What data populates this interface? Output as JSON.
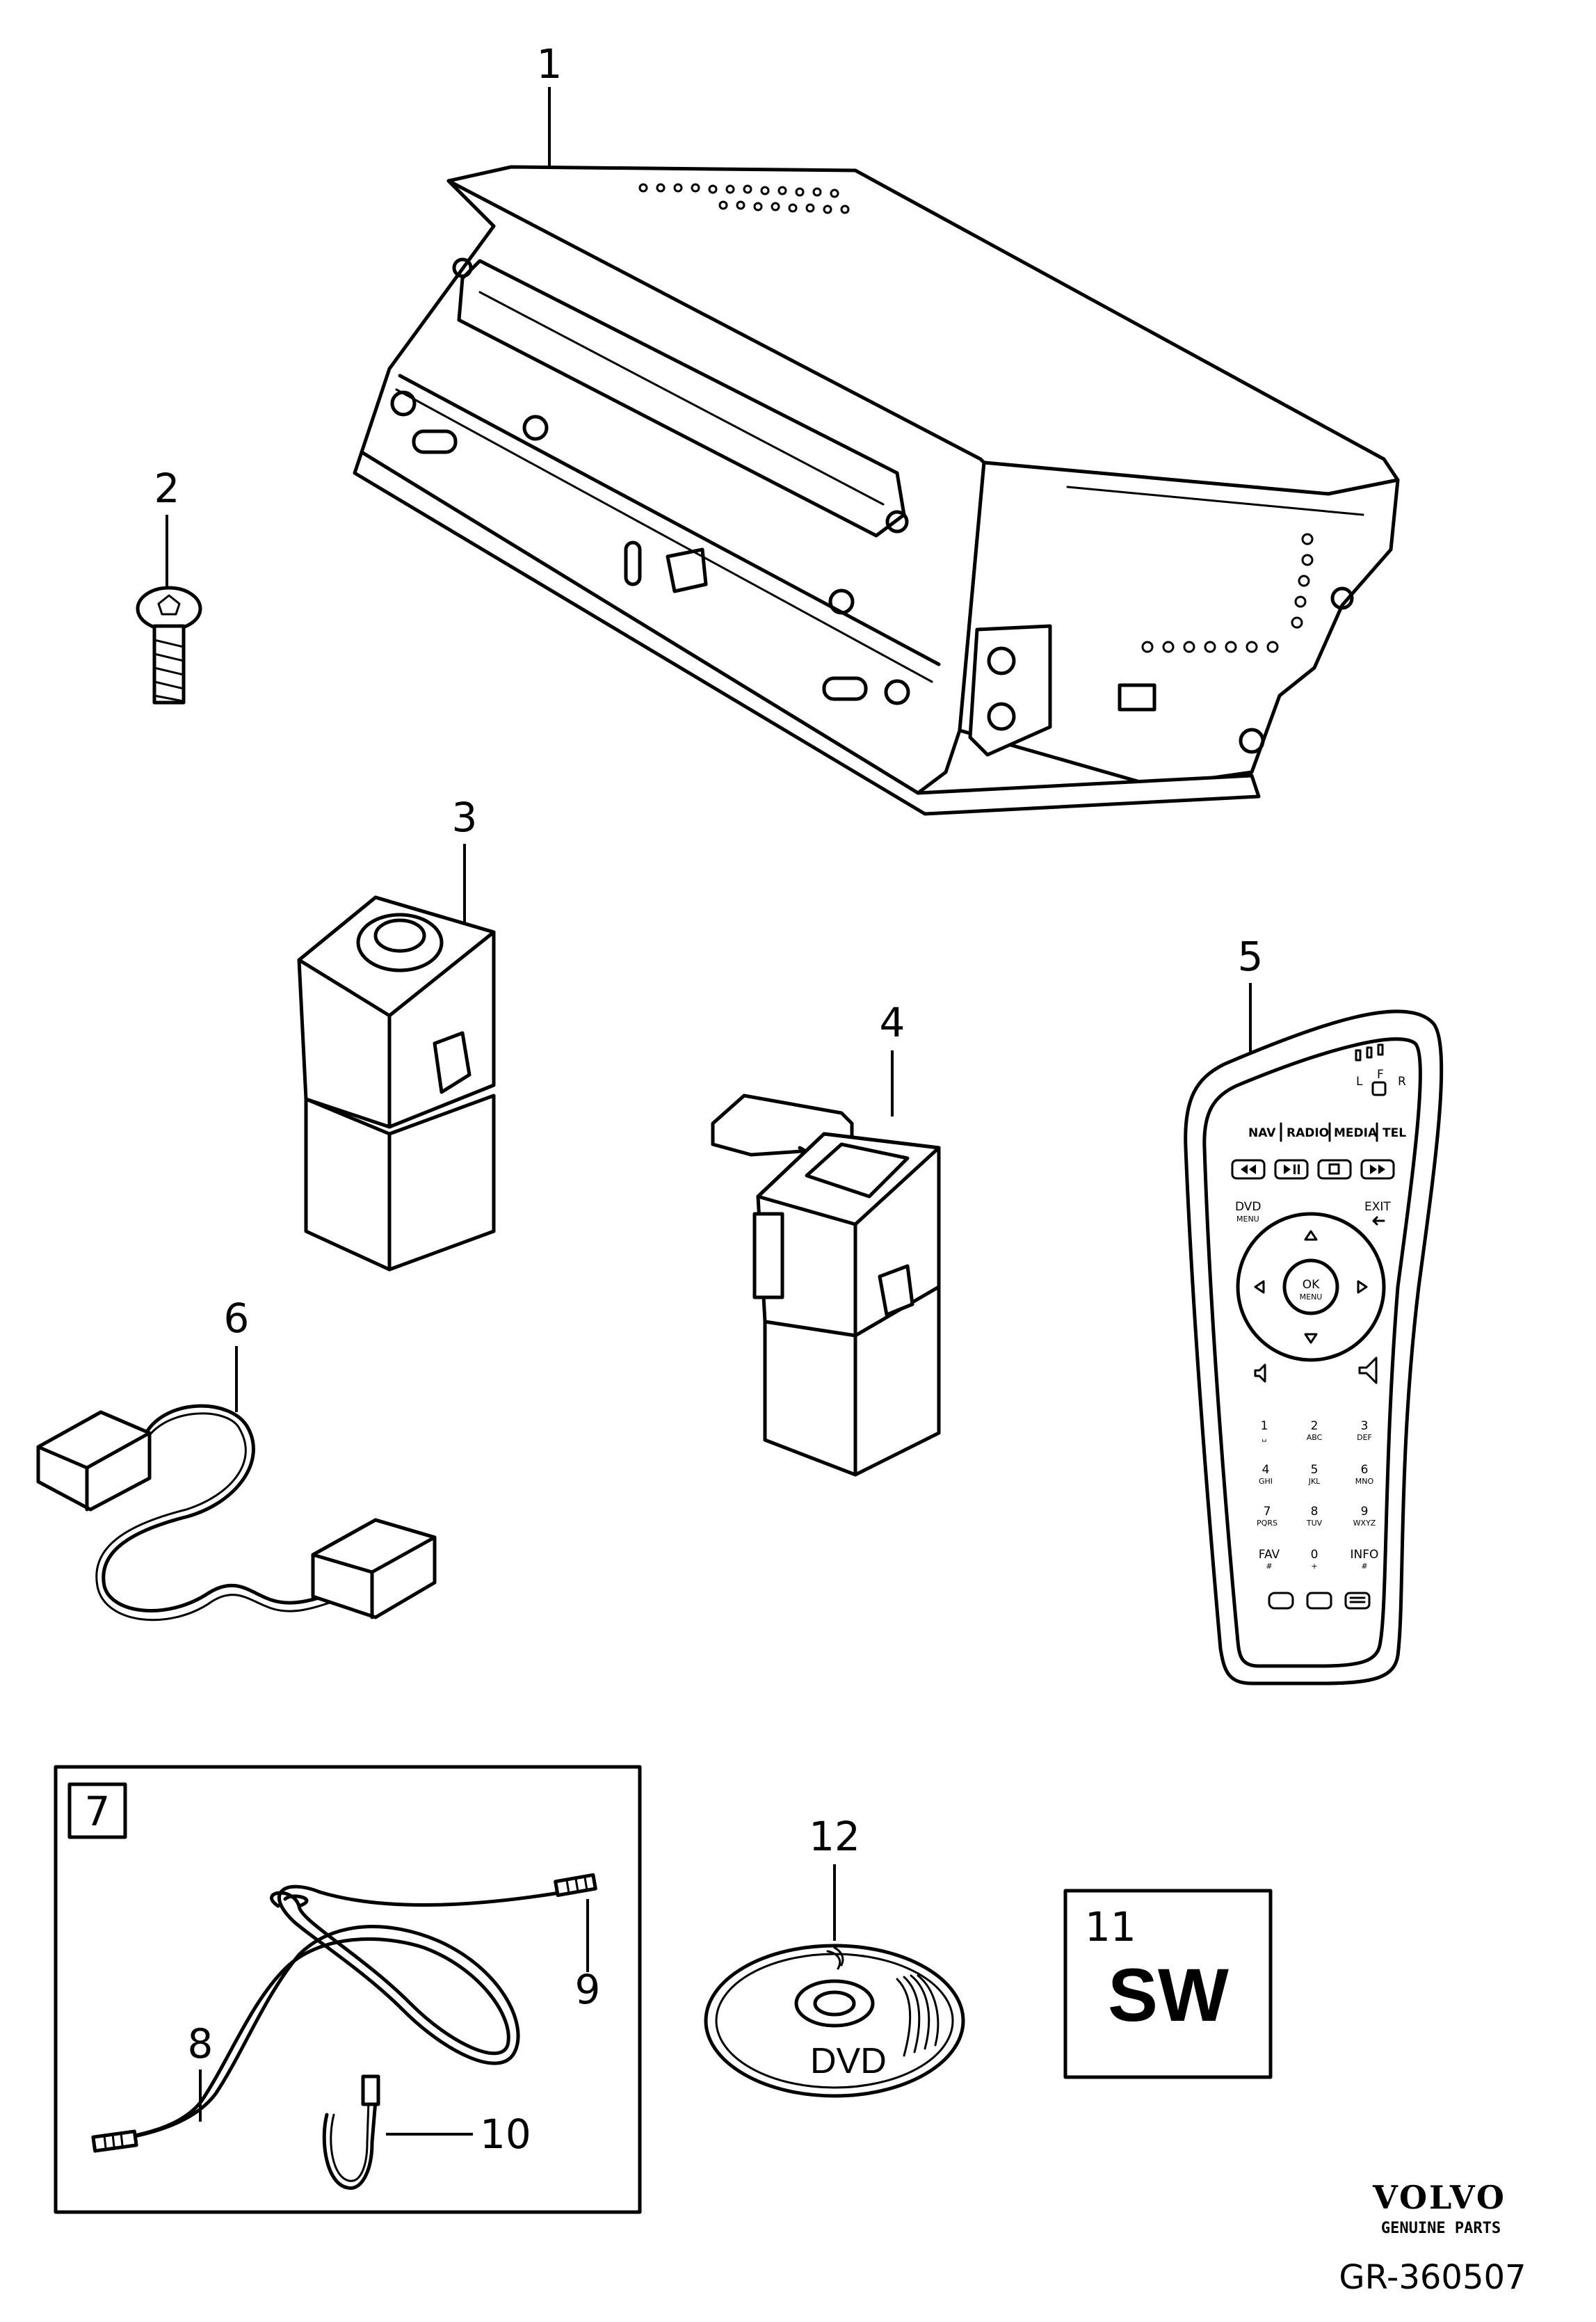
{
  "callouts": {
    "c1": "1",
    "c2": "2",
    "c3": "3",
    "c4": "4",
    "c5": "5",
    "c6": "6",
    "c7": "7",
    "c8": "8",
    "c9": "9",
    "c10": "10",
    "c11": "11",
    "c12": "12"
  },
  "disc_label": "DVD",
  "software_label": "SW",
  "brand": {
    "name": "VOLVO",
    "tagline": "GENUINE PARTS"
  },
  "drawing_number": "GR-360507",
  "remote": {
    "top_letters": [
      "L",
      "F",
      "R"
    ],
    "source_buttons": [
      "NAV",
      "RADIO",
      "MEDIA",
      "TEL"
    ],
    "transport_icons": [
      "prev-icon",
      "play-pause-icon",
      "stop-icon",
      "next-icon"
    ],
    "dvd_menu": "DVD",
    "dvd_menu_sub": "MENU",
    "exit": "EXIT",
    "ok": "OK",
    "ok_sub": "MENU",
    "keypad": [
      {
        "key": "1",
        "sub": "␣"
      },
      {
        "key": "2",
        "sub": "ABC"
      },
      {
        "key": "3",
        "sub": "DEF"
      },
      {
        "key": "4",
        "sub": "GHI"
      },
      {
        "key": "5",
        "sub": "JKL"
      },
      {
        "key": "6",
        "sub": "MNO"
      },
      {
        "key": "7",
        "sub": "PQRS"
      },
      {
        "key": "8",
        "sub": "TUV"
      },
      {
        "key": "9",
        "sub": "WXYZ"
      },
      {
        "key": "FAV",
        "sub": "#"
      },
      {
        "key": "0",
        "sub": "+"
      },
      {
        "key": "INFO",
        "sub": "#"
      }
    ]
  }
}
